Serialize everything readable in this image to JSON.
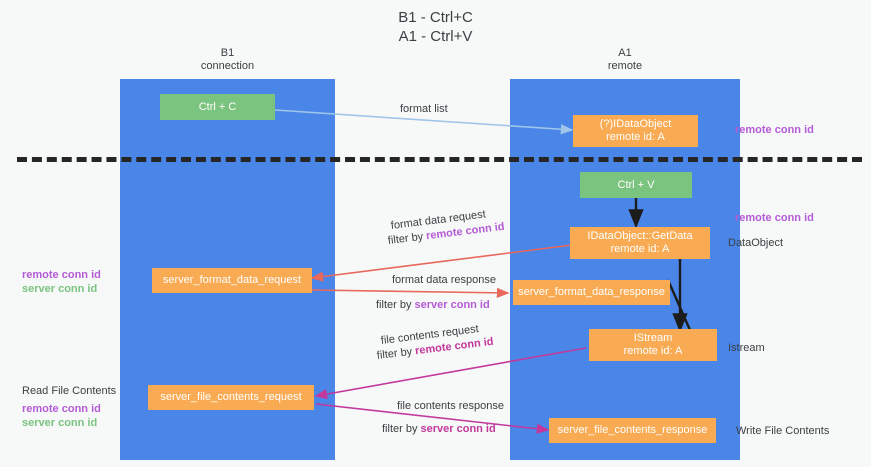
{
  "title": "B1 - Ctrl+C\nA1 - Ctrl+V",
  "lanes": {
    "left": {
      "label": "B1\nconnection"
    },
    "right": {
      "label": "A1\nremote"
    }
  },
  "boxes": {
    "ctrl_c": "Ctrl + C",
    "idataobject": "(?)IDataObject\nremote id: A",
    "ctrl_v": "Ctrl + V",
    "getdata": "IDataObject::GetData\nremote id: A",
    "server_format_data_request": "server_format_data_request",
    "server_format_data_response": "server_format_data_response",
    "istream": "IStream\nremote id: A",
    "server_file_contents_request": "server_file_contents_request",
    "server_file_contents_response": "server_file_contents_response"
  },
  "arrow_labels": {
    "format_list": "format list",
    "format_data_request": "format data request",
    "format_data_request_filter_prefix": "filter by ",
    "format_data_request_filter_key": "remote conn id",
    "format_data_response": "format data response",
    "format_data_response_filter_prefix": "filter by ",
    "format_data_response_filter_key": "server conn id",
    "file_contents_request": "file contents request",
    "file_contents_request_filter_prefix": "filter by ",
    "file_contents_request_filter_key": "remote conn id",
    "file_contents_response": "file contents response",
    "file_contents_response_filter_prefix": "filter by ",
    "file_contents_response_filter_key": "server conn id"
  },
  "notes": {
    "right_remote_conn_id_top": "remote conn id",
    "right_remote_conn_id_mid": "remote conn id",
    "right_dataobject": "DataObject",
    "right_istream": "Istream",
    "right_write_file_contents": "Write File Contents",
    "left_remote_conn_id": "remote conn id",
    "left_server_conn_id": "server conn id",
    "left_read_file_contents": "Read File Contents",
    "left_remote_conn_id_2": "remote conn id",
    "left_server_conn_id_2": "server conn id"
  },
  "colors": {
    "lane": "#4a86e8",
    "green_box": "#7bc47f",
    "orange_box": "#f9ab54",
    "purple": "#b45bd6",
    "green_text": "#7bc47f",
    "red_arrow": "#e8685c",
    "magenta_arrow": "#c2399c",
    "blue_arrow": "#9fc5e8",
    "background": "#f7f8f8"
  }
}
